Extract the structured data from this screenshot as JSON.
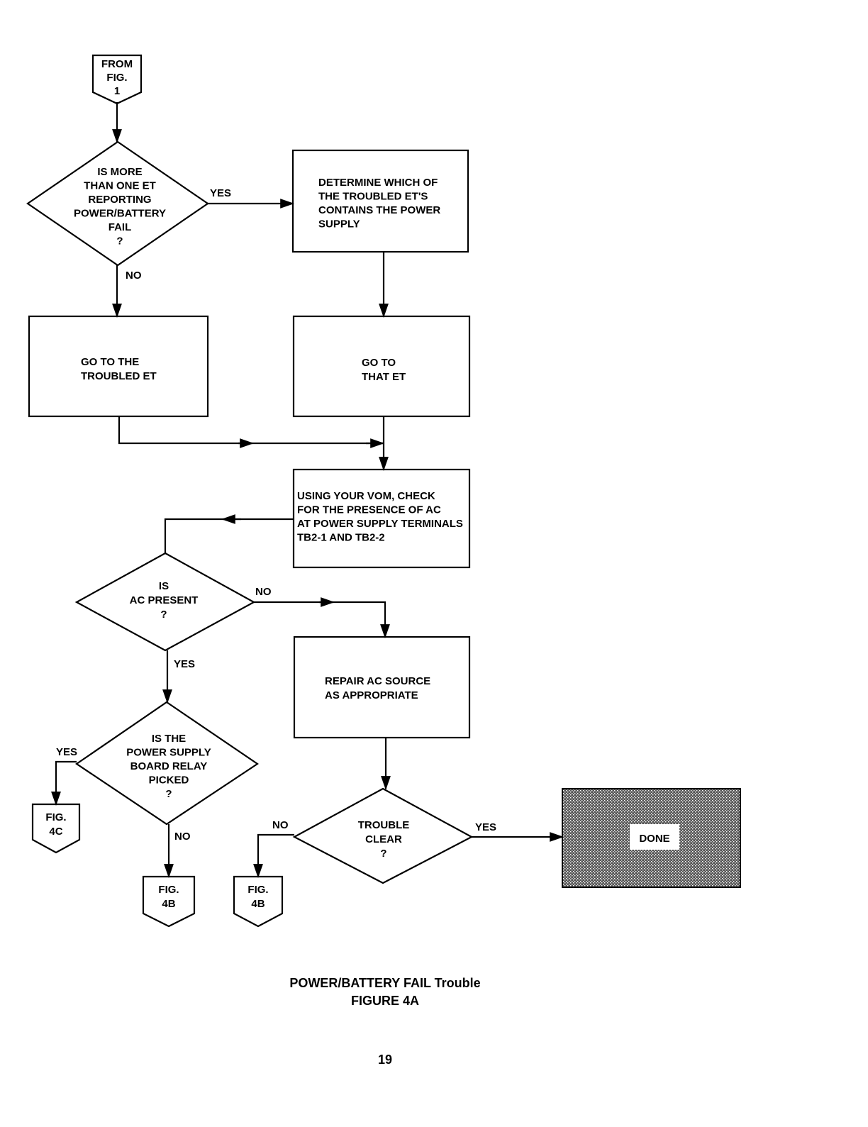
{
  "diagram": {
    "nodes": {
      "from_fig1": {
        "lines": [
          "FROM",
          "FIG.",
          "1"
        ]
      },
      "q_more_than_one": {
        "lines": [
          "IS MORE",
          "THAN ONE ET",
          "REPORTING",
          "POWER/BATTERY",
          "FAIL",
          "?"
        ]
      },
      "determine_which": {
        "lines": [
          "DETERMINE WHICH OF",
          "THE TROUBLED ET'S",
          "CONTAINS THE POWER",
          "SUPPLY"
        ]
      },
      "go_troubled_et": {
        "lines": [
          "GO TO THE",
          "TROUBLED ET"
        ]
      },
      "go_that_et": {
        "lines": [
          "GO TO",
          "THAT ET"
        ]
      },
      "check_ac": {
        "lines": [
          "USING YOUR VOM, CHECK",
          "FOR THE PRESENCE OF AC",
          "AT POWER SUPPLY TERMINALS",
          "TB2-1 AND TB2-2"
        ]
      },
      "q_ac_present": {
        "lines": [
          "IS",
          "AC PRESENT",
          "?"
        ]
      },
      "repair_ac": {
        "lines": [
          "REPAIR AC SOURCE",
          "AS APPROPRIATE"
        ]
      },
      "q_relay_picked": {
        "lines": [
          "IS THE",
          "POWER SUPPLY",
          "BOARD RELAY",
          "PICKED",
          "?"
        ]
      },
      "q_trouble_clear": {
        "lines": [
          "TROUBLE",
          "CLEAR",
          "?"
        ]
      },
      "done": {
        "lines": [
          "DONE"
        ]
      },
      "to_fig4c": {
        "lines": [
          "FIG.",
          "4C"
        ]
      },
      "to_fig4b_a": {
        "lines": [
          "FIG.",
          "4B"
        ]
      },
      "to_fig4b_b": {
        "lines": [
          "FIG.",
          "4B"
        ]
      }
    },
    "edge_labels": {
      "more_yes": "YES",
      "more_no": "NO",
      "ac_no": "NO",
      "ac_yes": "YES",
      "relay_yes": "YES",
      "relay_no": "NO",
      "clear_no": "NO",
      "clear_yes": "YES"
    },
    "colors": {
      "line": "#000000",
      "done_fill": "#2a2a2a",
      "done_label_bg": "#ffffff"
    }
  },
  "caption": {
    "title": "POWER/BATTERY FAIL Trouble",
    "figure": "FIGURE 4A"
  },
  "page_number": "19"
}
